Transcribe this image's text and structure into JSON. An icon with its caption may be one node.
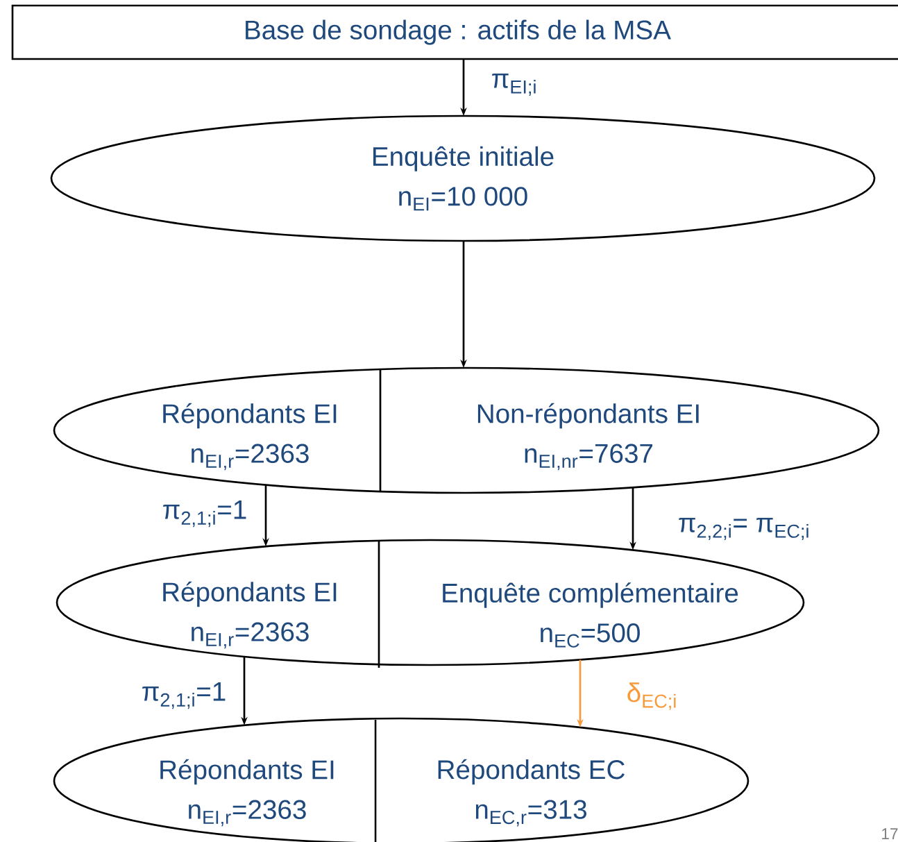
{
  "diagram": {
    "nodes": [
      {
        "text": [
          "Base de sondage : actifs de la MSA"
        ]
      },
      {
        "text": [
          "Enquête initiale",
          "n$_{EI}$=10 000"
        ]
      },
      {
        "text": [],
        "shape": "ellipse"
      },
      {
        "text": [
          "Répondants EI",
          "n$_{EI,r}$=2363"
        ],
        "in": 2
      },
      {
        "text": [
          "Non-répondants EI",
          "n$_{EI,nr}$=7637"
        ],
        "in": 2
      },
      {
        "text": [],
        "shape": "ellipse"
      },
      {
        "text": [
          "Répondants EI",
          "n$_{EI,r}$=2363"
        ],
        "in": 5
      },
      {
        "text": [
          "Enquête complémentaire",
          "n$_{EC}$=500"
        ],
        "in": 5
      },
      {
        "text": [],
        "shape": "ellipse"
      },
      {
        "text": [
          "Répondants EI",
          "n$_{EI,r}$=2363"
        ],
        "in": 8
      },
      {
        "text": [
          "Répondants EC",
          "n$_{EC,r}$=313"
        ],
        "in": 8
      }
    ],
    "edges": [
      {
        "from": 0,
        "to": 1,
        "arrow": "to",
        "label": "π$_{EI;i}$"
      },
      {
        "from": 1,
        "to": 2,
        "arrow": "to"
      },
      {
        "from": 3,
        "to": 6,
        "arrow": "to",
        "label": "π$_{2,1;i}$=1"
      },
      {
        "from": 4,
        "to": 7,
        "arrow": "to",
        "label": "π$_{2,2;i}$= π$_{EC;i}$"
      },
      {
        "from": 6,
        "to": 9,
        "arrow": "to",
        "label": "π$_{2,1;i}$=1"
      },
      {
        "from": 7,
        "to": 10,
        "arrow": "to",
        "label": "δ$_{EC;i}$",
        "color": "#f79a3a"
      }
    ],
    "labels": [
      "17"
    ]
  }
}
